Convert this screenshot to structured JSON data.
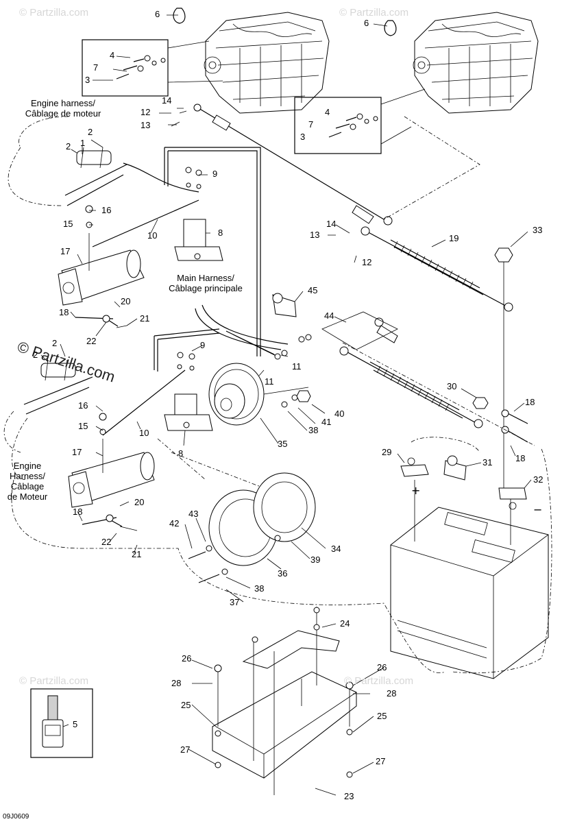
{
  "watermark": "© Partzilla.com",
  "harness_labels": {
    "engine_top": [
      "Engine harness/",
      "Câblage de moteur"
    ],
    "main": [
      "Main Harness/",
      "Câblage principale"
    ],
    "engine_bottom": [
      "Engine",
      "Harness/",
      "Câblage",
      "de Moteur"
    ]
  },
  "polarity": {
    "positive": "+",
    "negative": "−"
  },
  "diagram_code": "09J0609",
  "callouts": [
    "6",
    "6",
    "4",
    "7",
    "3",
    "4",
    "7",
    "3",
    "14",
    "12",
    "13",
    "2",
    "1",
    "2",
    "9",
    "16",
    "15",
    "10",
    "8",
    "17",
    "20",
    "18",
    "21",
    "22",
    "14",
    "13",
    "12",
    "19",
    "33",
    "45",
    "44",
    "2",
    "2",
    "9",
    "11",
    "11",
    "16",
    "15",
    "10",
    "8",
    "17",
    "20",
    "18",
    "22",
    "21",
    "30",
    "40",
    "41",
    "38",
    "35",
    "29",
    "31",
    "32",
    "18",
    "18",
    "43",
    "42",
    "36",
    "38",
    "37",
    "39",
    "34",
    "24",
    "26",
    "28",
    "26",
    "28",
    "25",
    "25",
    "27",
    "27",
    "23",
    "5"
  ]
}
